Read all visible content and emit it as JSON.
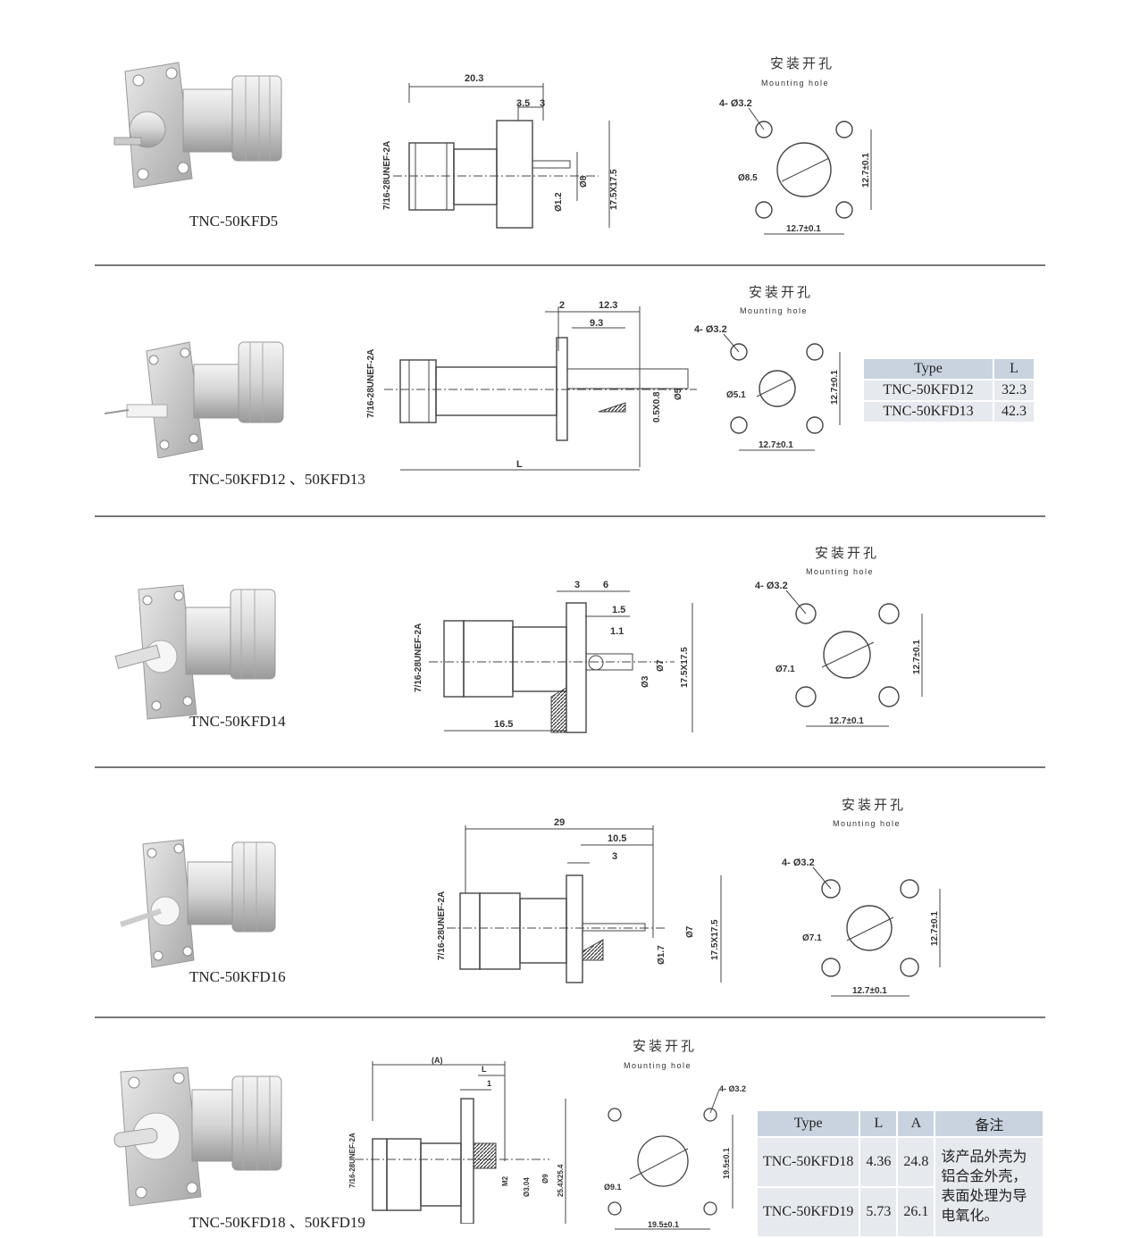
{
  "common": {
    "mounting_cn": "安装开孔",
    "mounting_en": "Mounting hole",
    "hole_label": "4- Ø3.2",
    "thread": "7/16-28UNEF-2A",
    "flange": "17.5X17.5",
    "spacing": "12.7±0.1"
  },
  "s1": {
    "caption": "TNC-50KFD5",
    "d_len": "20.3",
    "d_a": "3.5",
    "d_b": "3",
    "d_pin": "Ø1.2",
    "d_body": "Ø8",
    "d_hole": "Ø8.5"
  },
  "s2": {
    "caption": "TNC-50KFD12 、50KFD13",
    "d_a": "2",
    "d_b": "12.3",
    "d_c": "9.3",
    "d_pin": "Ø5",
    "d_thread": "0.5X0.8",
    "d_L": "L",
    "d_hole": "Ø5.1",
    "table": {
      "h_type": "Type",
      "h_L": "L",
      "rows": [
        {
          "type": "TNC-50KFD12",
          "L": "32.3"
        },
        {
          "type": "TNC-50KFD13",
          "L": "42.3"
        }
      ]
    }
  },
  "s3": {
    "caption": "TNC-50KFD14",
    "d_a": "3",
    "d_b": "6",
    "d_c": "1.5",
    "d_d": "1.1",
    "d_body": "Ø7",
    "d_pin": "Ø3",
    "d_len": "16.5",
    "d_hole": "Ø7.1"
  },
  "s4": {
    "caption": "TNC-50KFD16",
    "d_len": "29",
    "d_a": "10.5",
    "d_b": "3",
    "d_pin": "Ø1.7",
    "d_body": "Ø7",
    "d_hole": "Ø7.1"
  },
  "s5": {
    "caption": "TNC-50KFD18 、50KFD19",
    "d_A": "(A)",
    "d_L": "L",
    "d_1": "1",
    "d_m2": "M2",
    "d_304": "Ø3.04",
    "d_9": "Ø9",
    "d_flange": "25.4X25.4",
    "d_hole": "Ø9.1",
    "d_spacing": "19.5±0.1",
    "table": {
      "h_type": "Type",
      "h_L": "L",
      "h_A": "A",
      "h_note": "备注",
      "rows": [
        {
          "type": "TNC-50KFD18",
          "L": "4.36",
          "A": "24.8"
        },
        {
          "type": "TNC-50KFD19",
          "L": "5.73",
          "A": "26.1"
        }
      ],
      "note": "该产品外壳为铝合金外壳，表面处理为导电氧化。"
    }
  }
}
